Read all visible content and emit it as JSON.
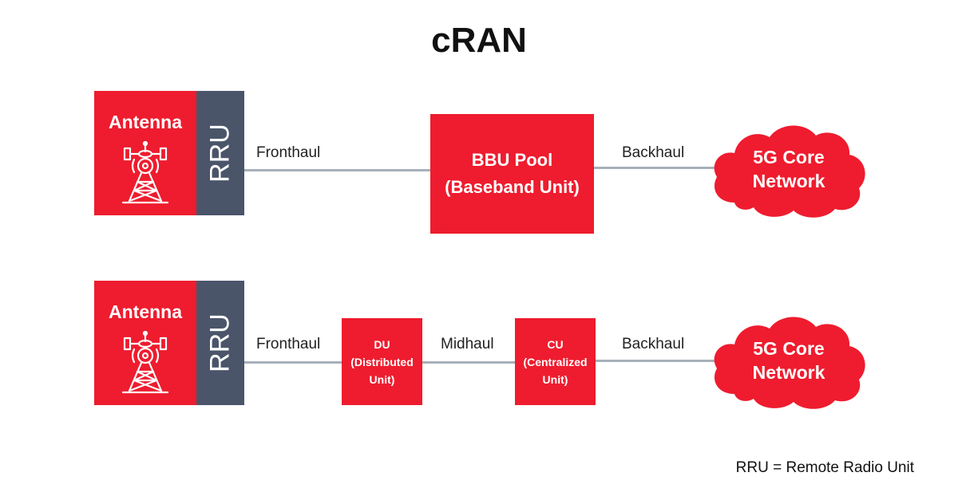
{
  "title": "cRAN",
  "colors": {
    "accent_red": "#ee1c2e",
    "rru_slate": "#4a556a",
    "link_gray": "#a7b0b9"
  },
  "row1": {
    "antenna_label": "Antenna",
    "antenna_icon": "cell-tower-icon",
    "rru_label": "RRU",
    "fronthaul_label": "Fronthaul",
    "bbu_line1": "BBU Pool",
    "bbu_line2": "(Baseband Unit)",
    "backhaul_label": "Backhaul",
    "core_line1": "5G Core",
    "core_line2": "Network"
  },
  "row2": {
    "antenna_label": "Antenna",
    "antenna_icon": "cell-tower-icon",
    "rru_label": "RRU",
    "fronthaul_label": "Fronthaul",
    "du_line1": "DU",
    "du_line2": "(Distributed",
    "du_line3": "Unit)",
    "midhaul_label": "Midhaul",
    "cu_line1": "CU",
    "cu_line2": "(Centralized",
    "cu_line3": "Unit)",
    "backhaul_label": "Backhaul",
    "core_line1": "5G Core",
    "core_line2": "Network"
  },
  "footnote": "RRU = Remote Radio Unit"
}
